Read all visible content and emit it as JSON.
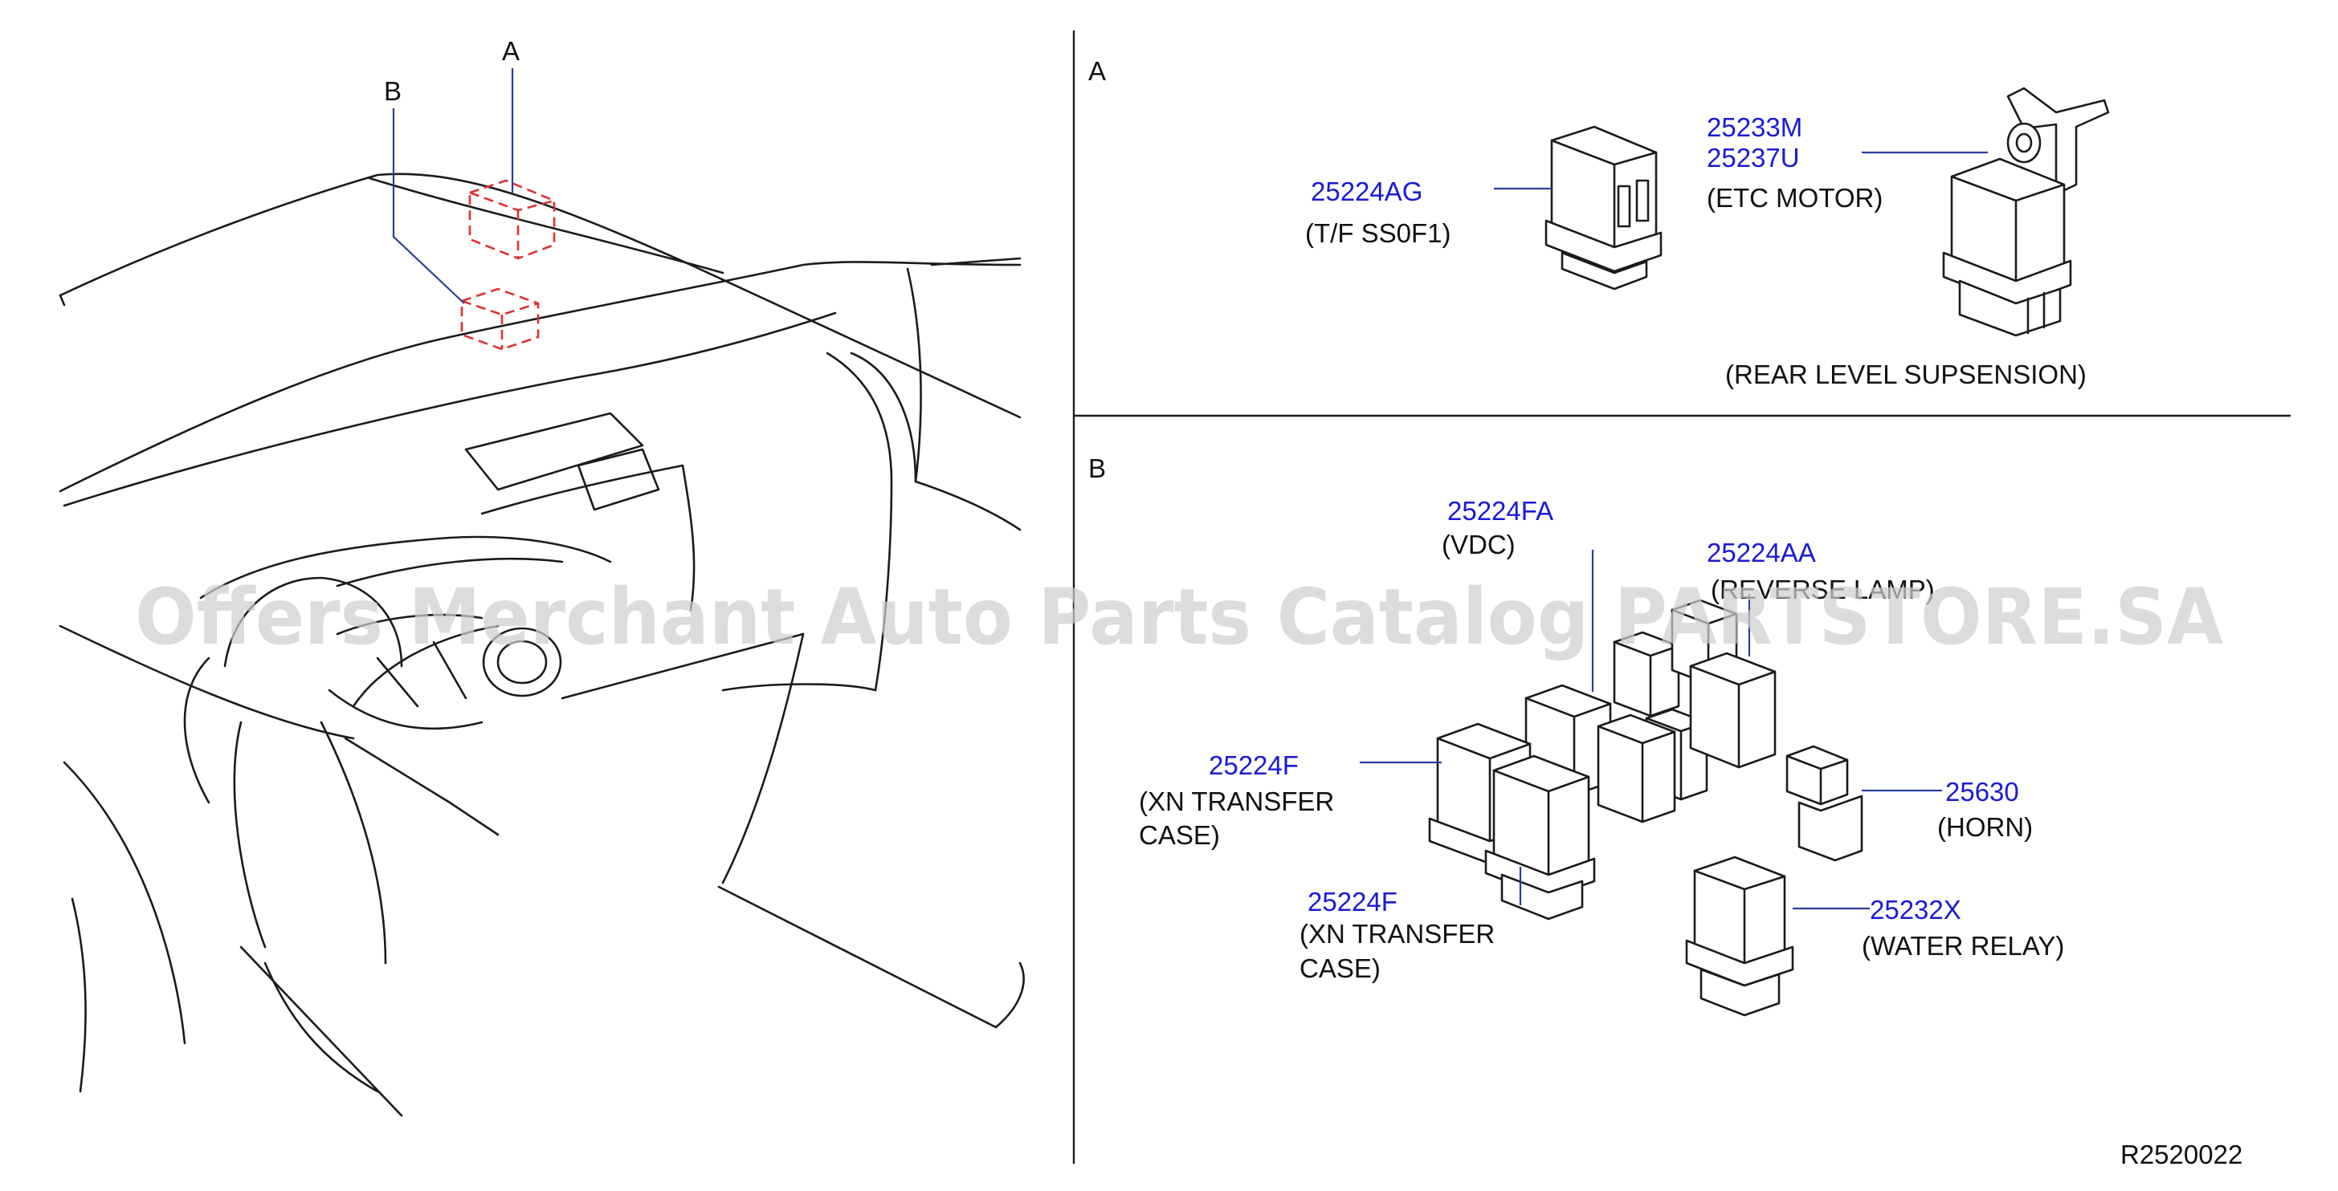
{
  "locators": {
    "a": "A",
    "b": "B"
  },
  "panel_a": {
    "title": "A",
    "parts": [
      {
        "number": "25224AG",
        "desc": "(T/F SS0F1)"
      },
      {
        "numbers": [
          "25233M",
          "25237U"
        ],
        "desc": "(ETC MOTOR)"
      }
    ],
    "note": "(REAR LEVEL SUPSENSION)"
  },
  "panel_b": {
    "title": "B",
    "parts": [
      {
        "number": "25224FA",
        "desc": "(VDC)"
      },
      {
        "number": "25224AA",
        "desc": "(REVERSE LAMP)"
      },
      {
        "number": "25224F",
        "desc": [
          "(XN TRANSFER",
          "CASE)"
        ]
      },
      {
        "number": "25224F",
        "desc": [
          "(XN TRANSFER",
          "CASE)"
        ]
      },
      {
        "number": "25630",
        "desc": "(HORN)"
      },
      {
        "number": "25232X",
        "desc": "(WATER RELAY)"
      }
    ]
  },
  "diagram_code": "R2520022",
  "watermark": "Offers Merchant Auto Parts Catalog PARTSTORE.SA",
  "colors": {
    "part_number": "#1a1ad6",
    "leader": "#2a3f9a",
    "location_box": "#e03030",
    "line": "#1b1b1b"
  }
}
